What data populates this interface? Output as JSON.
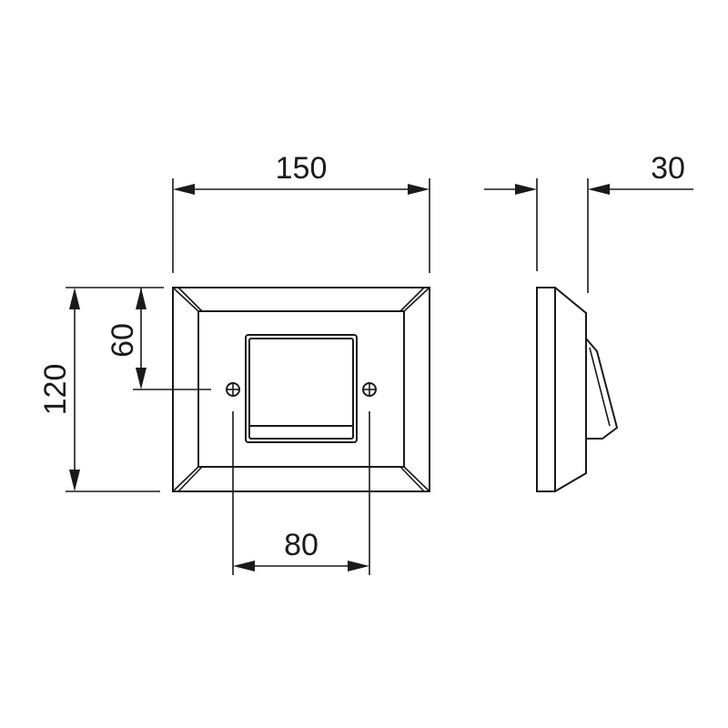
{
  "dimensions": {
    "width": "150",
    "height": "120",
    "half_height": "60",
    "screw_spacing": "80",
    "depth": "30"
  }
}
